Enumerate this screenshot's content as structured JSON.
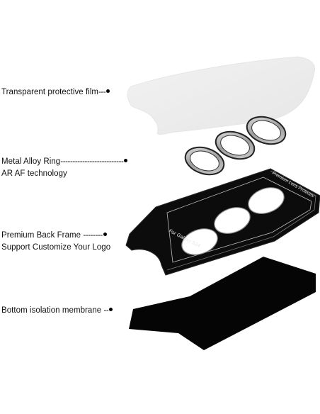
{
  "callouts": [
    {
      "text": "Transparent protective film",
      "leader": "---"
    },
    {
      "text": "Metal Alloy Ring",
      "leader": "--------------------------",
      "subtext": "AR AF technology"
    },
    {
      "text": "Premium Back Frame ",
      "leader": "--------",
      "subtext": "Support Customize Your Logo"
    },
    {
      "text": "Bottom isolation membrane ",
      "leader": "--"
    }
  ],
  "frame": {
    "top_print": "Premium Lens Protector",
    "side_print": "For Galaxy S24"
  },
  "colors": {
    "frame": "#0c0c0c",
    "membrane": "#050505",
    "film": "#ebebeb",
    "ring_metal": "#b9b9b9",
    "ring_lens": "#ffffff"
  }
}
